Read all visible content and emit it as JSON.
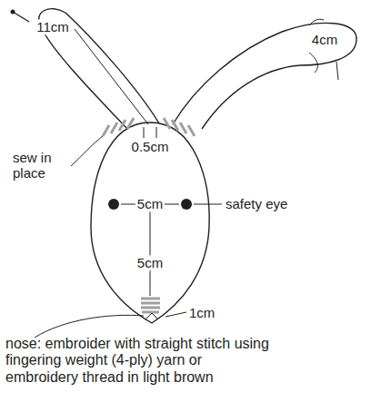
{
  "diagram": {
    "labels": [
      "11cm",
      "4cm",
      "sew in place",
      "0.5cm",
      "5cm",
      "safety eye",
      "5cm",
      "1cm",
      "nose: embroider with straight stitch using fingering weight (4-ply) yarn or embroidery thread in light brown"
    ]
  }
}
